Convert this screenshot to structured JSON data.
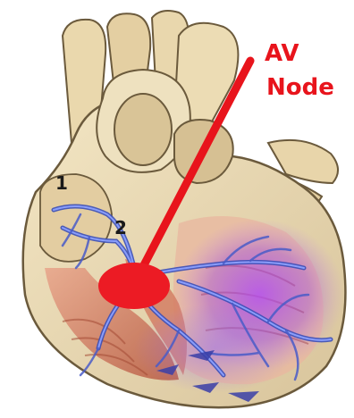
{
  "labels": {
    "callout_line1": "AV",
    "callout_line2": "Node",
    "marker_one": "1",
    "marker_two": "2"
  },
  "colors": {
    "callout": "#e8141c",
    "av_node": "#ec1b24",
    "heart_outer": "#eadbb3",
    "heart_shadow": "#c9b58c",
    "outline": "#6b5a3c",
    "muscle": "#c96a52",
    "conduction": "#5b6fd6",
    "purkinje_glow": "#a94ae0",
    "marker_text": "#1a1a1a"
  },
  "icons": {
    "arrows": "flow-arrow-icon"
  }
}
